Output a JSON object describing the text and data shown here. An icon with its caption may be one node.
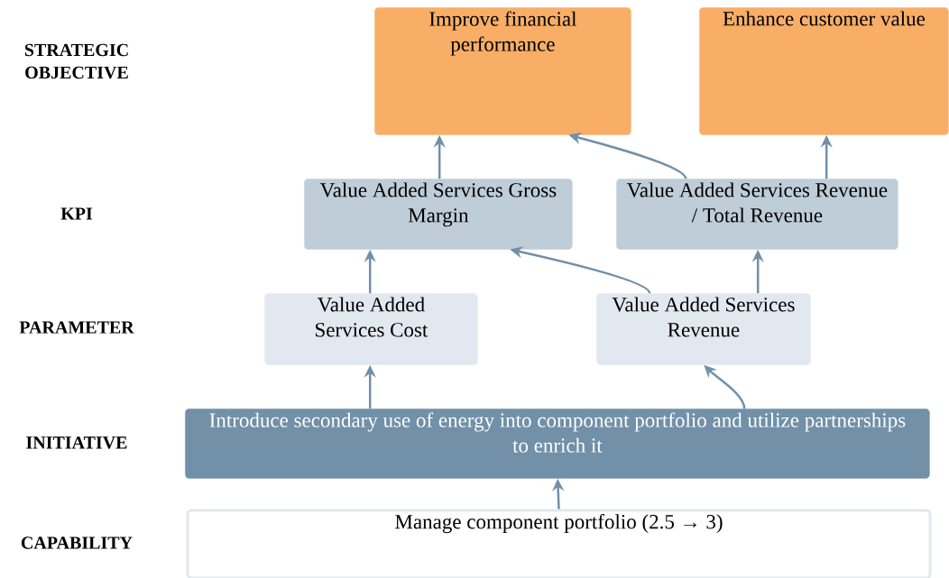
{
  "diagram": {
    "nodes": [
      {
        "text": [
          "Improve financial performance"
        ]
      },
      {
        "text": [
          "Enhance customer value"
        ]
      },
      {
        "text": [
          "Value Added Services Gross Margin"
        ]
      },
      {
        "text": [
          "Value Added Services Revenue / Total Revenue"
        ]
      },
      {
        "text": [
          "Value Added Services Cost"
        ]
      },
      {
        "text": [
          "Value Added Services Revenue"
        ]
      },
      {
        "text": [
          "Introduce secondary use of energy into component portfolio and utilize partnerships to enrich it"
        ]
      },
      {
        "text": [
          "Manage component portfolio (2.5 → 3)"
        ]
      }
    ],
    "edges": [
      {
        "from": 7,
        "to": 6,
        "arrow": "to"
      },
      {
        "from": 6,
        "to": 4,
        "arrow": "to"
      },
      {
        "from": 6,
        "to": 5,
        "arrow": "to"
      },
      {
        "from": 4,
        "to": 2,
        "arrow": "to"
      },
      {
        "from": 5,
        "to": 2,
        "arrow": "to"
      },
      {
        "from": 5,
        "to": 3,
        "arrow": "to"
      },
      {
        "from": 2,
        "to": 0,
        "arrow": "to"
      },
      {
        "from": 3,
        "to": 0,
        "arrow": "to"
      },
      {
        "from": 3,
        "to": 1,
        "arrow": "to"
      }
    ],
    "labels": [
      "STRATEGIC OBJECTIVE",
      "KPI",
      "PARAMETER",
      "INITIATIVE",
      "CAPABILITY"
    ]
  }
}
